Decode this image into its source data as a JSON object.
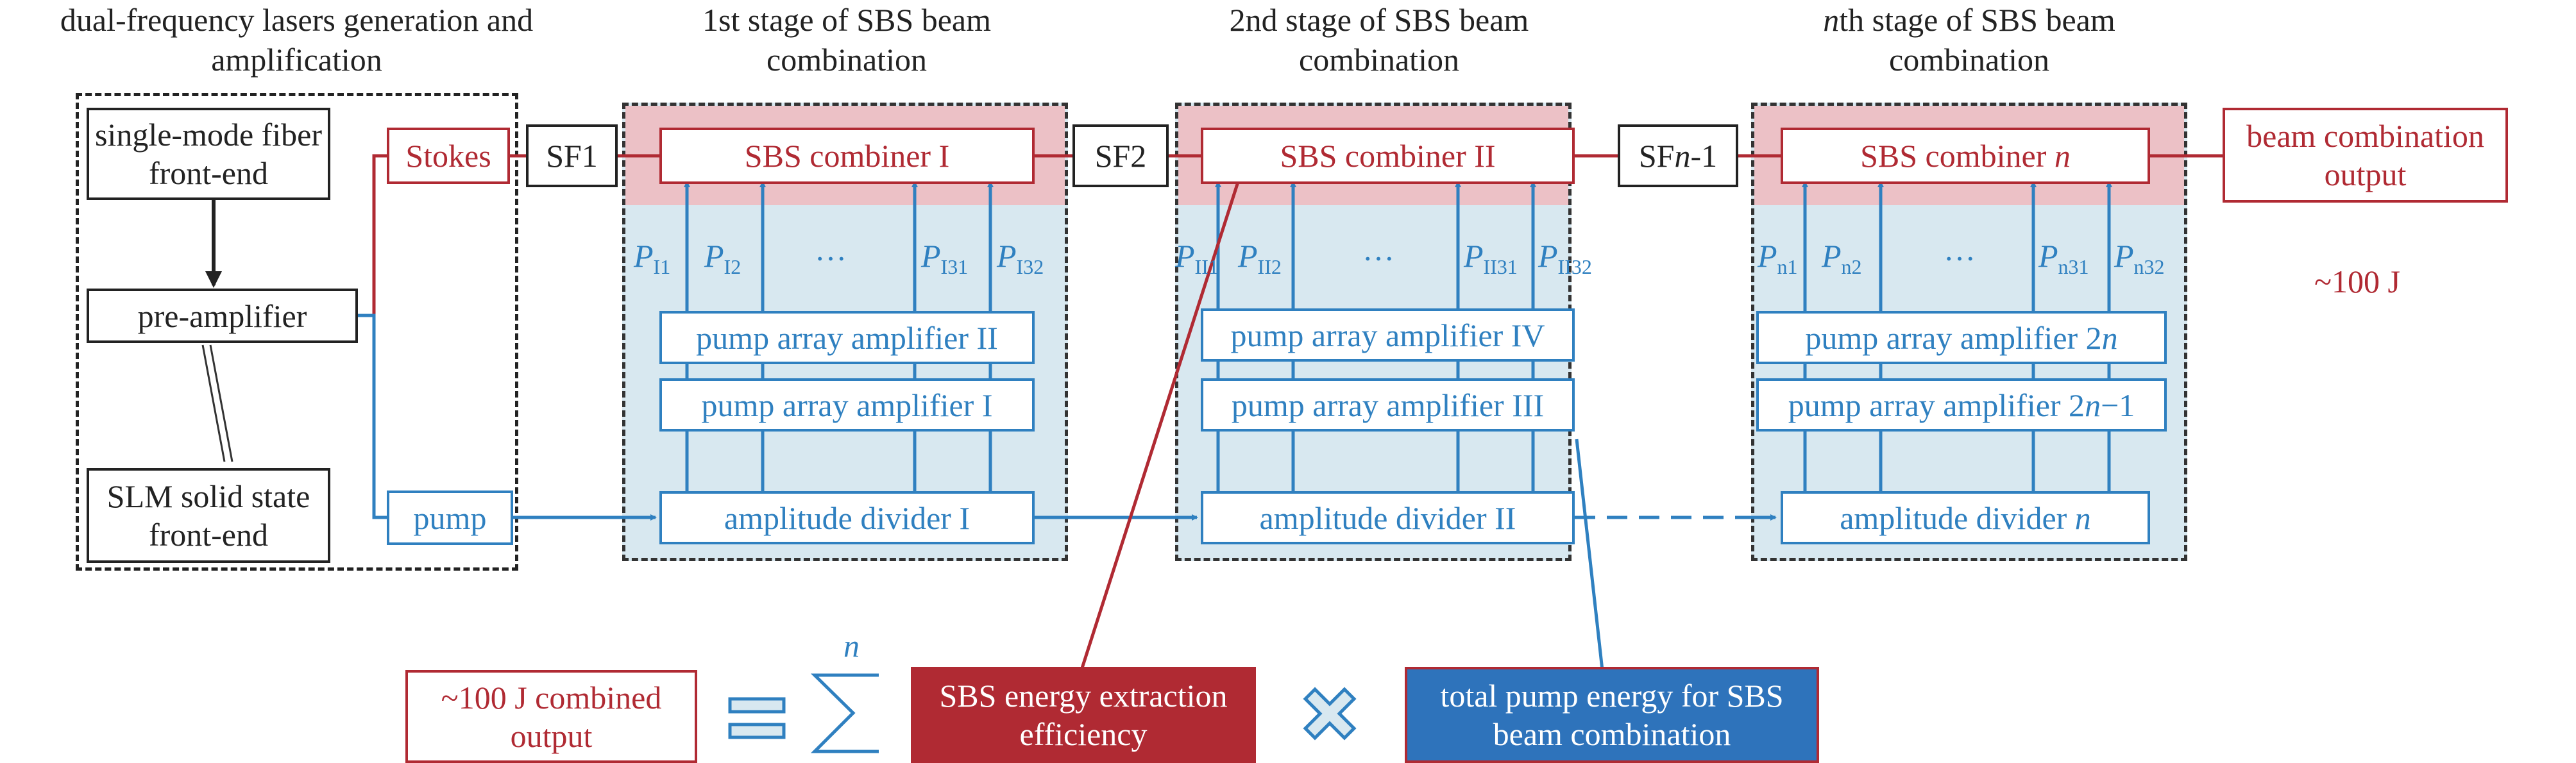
{
  "titles": {
    "stage0": "dual-frequency lasers generation and amplification",
    "stage1": "1st stage of SBS beam combination",
    "stage2": "2nd stage of SBS beam combination",
    "stage3_prefix": "n",
    "stage3_rest": "th stage of SBS beam combination"
  },
  "frontend": {
    "single_mode": "single-mode fiber front-end",
    "preamp": "pre-amplifier",
    "slm": "SLM solid state front-end",
    "stokes": "Stokes",
    "pump": "pump"
  },
  "filters": {
    "sf1": "SF1",
    "sf2": "SF2",
    "sfn_pre": "SF",
    "sfn_n": "n",
    "sfn_post": "-1"
  },
  "stage1": {
    "combiner": "SBS combiner I",
    "amp_top": "pump array amplifier II",
    "amp_bottom": "pump array amplifier I",
    "divider": "amplitude divider I",
    "p_labels": [
      {
        "sym": "P",
        "sub": "I1"
      },
      {
        "sym": "P",
        "sub": "I2"
      },
      {
        "sym": "P",
        "sub": "I31"
      },
      {
        "sym": "P",
        "sub": "I32"
      }
    ],
    "dots": "…"
  },
  "stage2": {
    "combiner": "SBS combiner II",
    "amp_top": "pump array amplifier IV",
    "amp_bottom": "pump array amplifier III",
    "divider": "amplitude divider II",
    "p_labels": [
      {
        "sym": "P",
        "sub": "II1"
      },
      {
        "sym": "P",
        "sub": "II2"
      },
      {
        "sym": "P",
        "sub": "II31"
      },
      {
        "sym": "P",
        "sub": "II32"
      }
    ],
    "dots": "…"
  },
  "stage3": {
    "combiner_pre": "SBS combiner ",
    "combiner_n": "n",
    "amp_top_pre": "pump array amplifier 2",
    "amp_top_n": "n",
    "amp_bottom_pre": "pump array amplifier 2",
    "amp_bottom_n": "n",
    "amp_bottom_post": "−1",
    "divider_pre": "amplitude divider ",
    "divider_n": "n",
    "p_labels": [
      {
        "sym": "P",
        "sub": "n1"
      },
      {
        "sym": "P",
        "sub": "n2"
      },
      {
        "sym": "P",
        "sub": "n31"
      },
      {
        "sym": "P",
        "sub": "n32"
      }
    ],
    "dots": "…"
  },
  "output": {
    "box": "beam combination output",
    "energy": "~100 J"
  },
  "equation": {
    "combined": "~100 J combined output",
    "sum_upper": "n",
    "efficiency": "SBS energy extraction efficiency",
    "pump_energy": "total pump energy for SBS beam combination"
  },
  "colors": {
    "red": "#b02a33",
    "blue": "#2f80c0",
    "stage_bg": "#d8e8f0",
    "combiner_band": "#ecc1c6",
    "eq_blue": "#2e73bb"
  }
}
